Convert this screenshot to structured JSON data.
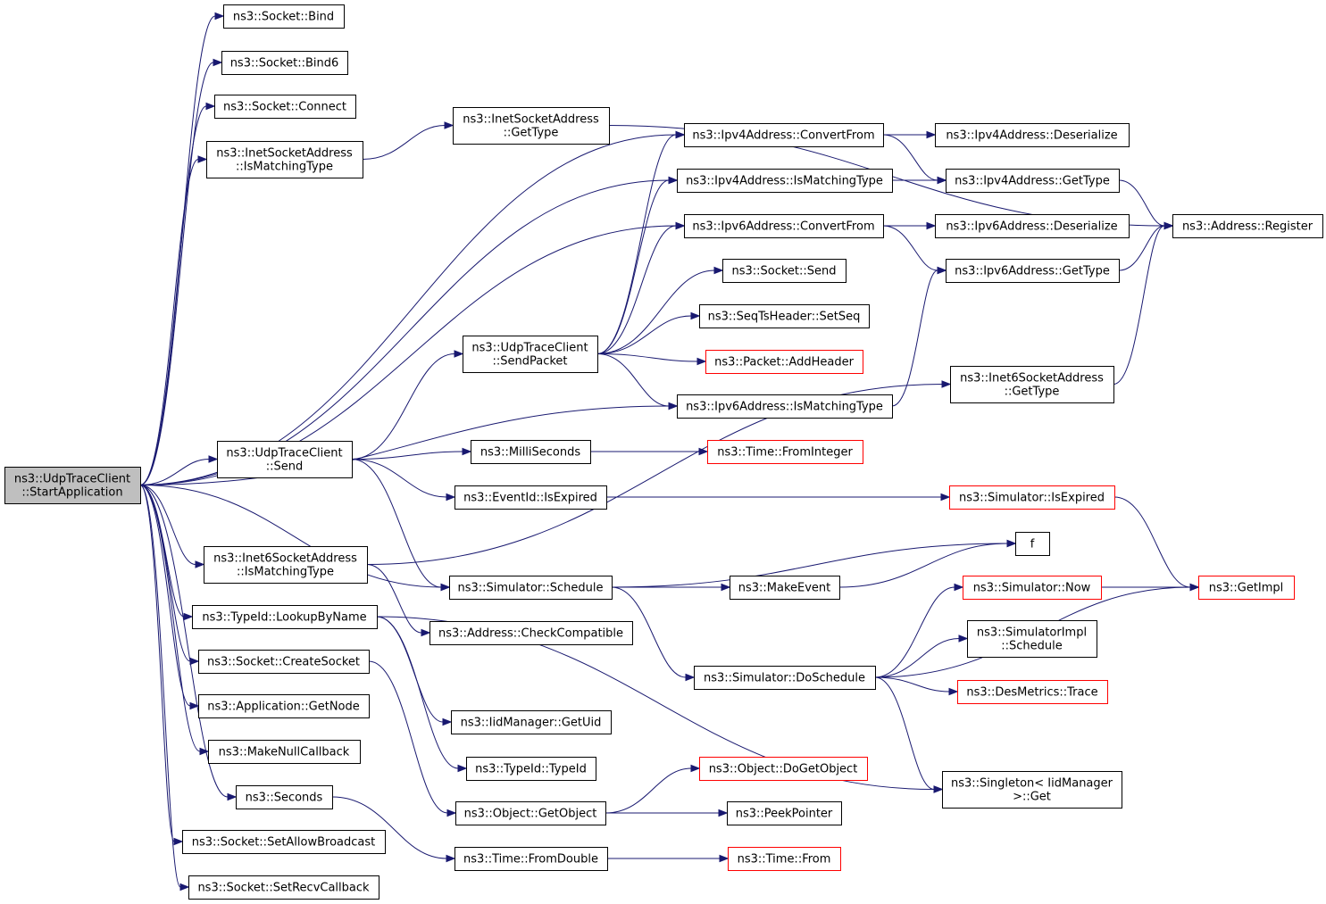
{
  "nodes": [
    {
      "id": "start",
      "lines": [
        "ns3::UdpTraceClient",
        "::StartApplication"
      ],
      "style": "root"
    },
    {
      "id": "bind",
      "lines": [
        "ns3::Socket::Bind"
      ],
      "style": "normal"
    },
    {
      "id": "bind6",
      "lines": [
        "ns3::Socket::Bind6"
      ],
      "style": "normal"
    },
    {
      "id": "connect",
      "lines": [
        "ns3::Socket::Connect"
      ],
      "style": "normal"
    },
    {
      "id": "inet_match",
      "lines": [
        "ns3::InetSocketAddress",
        "::IsMatchingType"
      ],
      "style": "normal"
    },
    {
      "id": "inet_gettype",
      "lines": [
        "ns3::InetSocketAddress",
        "::GetType"
      ],
      "style": "normal"
    },
    {
      "id": "ipv4_conv",
      "lines": [
        "ns3::Ipv4Address::ConvertFrom"
      ],
      "style": "normal"
    },
    {
      "id": "ipv4_deser",
      "lines": [
        "ns3::Ipv4Address::Deserialize"
      ],
      "style": "normal"
    },
    {
      "id": "ipv4_match",
      "lines": [
        "ns3::Ipv4Address::IsMatchingType"
      ],
      "style": "normal"
    },
    {
      "id": "ipv4_gettype",
      "lines": [
        "ns3::Ipv4Address::GetType"
      ],
      "style": "normal"
    },
    {
      "id": "addr_reg",
      "lines": [
        "ns3::Address::Register"
      ],
      "style": "normal"
    },
    {
      "id": "ipv6_conv",
      "lines": [
        "ns3::Ipv6Address::ConvertFrom"
      ],
      "style": "normal"
    },
    {
      "id": "ipv6_deser",
      "lines": [
        "ns3::Ipv6Address::Deserialize"
      ],
      "style": "normal"
    },
    {
      "id": "sock_send",
      "lines": [
        "ns3::Socket::Send"
      ],
      "style": "normal"
    },
    {
      "id": "ipv6_gettype",
      "lines": [
        "ns3::Ipv6Address::GetType"
      ],
      "style": "normal"
    },
    {
      "id": "seqts",
      "lines": [
        "ns3::SeqTsHeader::SetSeq"
      ],
      "style": "normal"
    },
    {
      "id": "sendpacket",
      "lines": [
        "ns3::UdpTraceClient",
        "::SendPacket"
      ],
      "style": "normal"
    },
    {
      "id": "addheader",
      "lines": [
        "ns3::Packet::AddHeader"
      ],
      "style": "red"
    },
    {
      "id": "inet6_gettype",
      "lines": [
        "ns3::Inet6SocketAddress",
        "::GetType"
      ],
      "style": "normal"
    },
    {
      "id": "ipv6_match",
      "lines": [
        "ns3::Ipv6Address::IsMatchingType"
      ],
      "style": "normal"
    },
    {
      "id": "send",
      "lines": [
        "ns3::UdpTraceClient",
        "::Send"
      ],
      "style": "normal"
    },
    {
      "id": "millis",
      "lines": [
        "ns3::MilliSeconds"
      ],
      "style": "normal"
    },
    {
      "id": "fromint",
      "lines": [
        "ns3::Time::FromInteger"
      ],
      "style": "red"
    },
    {
      "id": "ev_expired",
      "lines": [
        "ns3::EventId::IsExpired"
      ],
      "style": "normal"
    },
    {
      "id": "sim_expired",
      "lines": [
        "ns3::Simulator::IsExpired"
      ],
      "style": "red"
    },
    {
      "id": "f",
      "lines": [
        "f"
      ],
      "style": "normal"
    },
    {
      "id": "inet6_match",
      "lines": [
        "ns3::Inet6SocketAddress",
        "::IsMatchingType"
      ],
      "style": "normal"
    },
    {
      "id": "sim_sched",
      "lines": [
        "ns3::Simulator::Schedule"
      ],
      "style": "normal"
    },
    {
      "id": "makeevent",
      "lines": [
        "ns3::MakeEvent"
      ],
      "style": "normal"
    },
    {
      "id": "sim_now",
      "lines": [
        "ns3::Simulator::Now"
      ],
      "style": "red"
    },
    {
      "id": "getimpl",
      "lines": [
        "ns3::GetImpl"
      ],
      "style": "red"
    },
    {
      "id": "lookup",
      "lines": [
        "ns3::TypeId::LookupByName"
      ],
      "style": "normal"
    },
    {
      "id": "checkcompat",
      "lines": [
        "ns3::Address::CheckCompatible"
      ],
      "style": "normal"
    },
    {
      "id": "simimpl_sched",
      "lines": [
        "ns3::SimulatorImpl",
        "::Schedule"
      ],
      "style": "normal"
    },
    {
      "id": "createsock",
      "lines": [
        "ns3::Socket::CreateSocket"
      ],
      "style": "normal"
    },
    {
      "id": "dosched",
      "lines": [
        "ns3::Simulator::DoSchedule"
      ],
      "style": "normal"
    },
    {
      "id": "desmetrics",
      "lines": [
        "ns3::DesMetrics::Trace"
      ],
      "style": "red"
    },
    {
      "id": "getnode",
      "lines": [
        "ns3::Application::GetNode"
      ],
      "style": "normal"
    },
    {
      "id": "getuid",
      "lines": [
        "ns3::IidManager::GetUid"
      ],
      "style": "normal"
    },
    {
      "id": "nullcb",
      "lines": [
        "ns3::MakeNullCallback"
      ],
      "style": "normal"
    },
    {
      "id": "typeid",
      "lines": [
        "ns3::TypeId::TypeId"
      ],
      "style": "normal"
    },
    {
      "id": "dogetobj",
      "lines": [
        "ns3::Object::DoGetObject"
      ],
      "style": "red"
    },
    {
      "id": "singleton",
      "lines": [
        "ns3::Singleton< IidManager",
        " >::Get"
      ],
      "style": "normal"
    },
    {
      "id": "seconds",
      "lines": [
        "ns3::Seconds"
      ],
      "style": "normal"
    },
    {
      "id": "getobj",
      "lines": [
        "ns3::Object::GetObject"
      ],
      "style": "normal"
    },
    {
      "id": "peekptr",
      "lines": [
        "ns3::PeekPointer"
      ],
      "style": "normal"
    },
    {
      "id": "allowbc",
      "lines": [
        "ns3::Socket::SetAllowBroadcast"
      ],
      "style": "normal"
    },
    {
      "id": "fromdouble",
      "lines": [
        "ns3::Time::FromDouble"
      ],
      "style": "normal"
    },
    {
      "id": "timefrom",
      "lines": [
        "ns3::Time::From"
      ],
      "style": "red"
    },
    {
      "id": "recvcb",
      "lines": [
        "ns3::Socket::SetRecvCallback"
      ],
      "style": "normal"
    }
  ],
  "edges": [
    [
      "start",
      "bind"
    ],
    [
      "start",
      "bind6"
    ],
    [
      "start",
      "connect"
    ],
    [
      "start",
      "inet_match"
    ],
    [
      "start",
      "ipv4_conv"
    ],
    [
      "start",
      "ipv4_match"
    ],
    [
      "start",
      "ipv6_conv"
    ],
    [
      "start",
      "ipv6_match"
    ],
    [
      "start",
      "send"
    ],
    [
      "start",
      "sim_sched"
    ],
    [
      "start",
      "inet6_match"
    ],
    [
      "start",
      "lookup"
    ],
    [
      "start",
      "createsock"
    ],
    [
      "start",
      "getnode"
    ],
    [
      "start",
      "nullcb"
    ],
    [
      "start",
      "seconds"
    ],
    [
      "start",
      "allowbc"
    ],
    [
      "start",
      "recvcb"
    ],
    [
      "inet_match",
      "inet_gettype"
    ],
    [
      "inet_gettype",
      "addr_reg"
    ],
    [
      "ipv4_conv",
      "ipv4_deser"
    ],
    [
      "ipv4_conv",
      "ipv4_gettype"
    ],
    [
      "ipv4_match",
      "ipv4_gettype"
    ],
    [
      "ipv4_gettype",
      "addr_reg"
    ],
    [
      "ipv6_conv",
      "ipv6_deser"
    ],
    [
      "ipv6_conv",
      "ipv6_gettype"
    ],
    [
      "ipv6_gettype",
      "addr_reg"
    ],
    [
      "ipv6_match",
      "ipv6_gettype"
    ],
    [
      "inet6_gettype",
      "addr_reg"
    ],
    [
      "sendpacket",
      "ipv4_conv"
    ],
    [
      "sendpacket",
      "ipv4_match"
    ],
    [
      "sendpacket",
      "ipv6_conv"
    ],
    [
      "sendpacket",
      "sock_send"
    ],
    [
      "sendpacket",
      "seqts"
    ],
    [
      "sendpacket",
      "addheader"
    ],
    [
      "sendpacket",
      "ipv6_match"
    ],
    [
      "send",
      "sendpacket"
    ],
    [
      "send",
      "millis"
    ],
    [
      "send",
      "ev_expired"
    ],
    [
      "send",
      "sim_sched"
    ],
    [
      "millis",
      "fromint"
    ],
    [
      "ev_expired",
      "sim_expired"
    ],
    [
      "sim_expired",
      "getimpl"
    ],
    [
      "inet6_match",
      "inet6_gettype"
    ],
    [
      "inet6_match",
      "checkcompat"
    ],
    [
      "sim_sched",
      "makeevent"
    ],
    [
      "sim_sched",
      "f"
    ],
    [
      "sim_sched",
      "dosched"
    ],
    [
      "makeevent",
      "f"
    ],
    [
      "dosched",
      "sim_now"
    ],
    [
      "dosched",
      "simimpl_sched"
    ],
    [
      "dosched",
      "desmetrics"
    ],
    [
      "dosched",
      "getimpl"
    ],
    [
      "dosched",
      "singleton"
    ],
    [
      "sim_now",
      "getimpl"
    ],
    [
      "lookup",
      "getuid"
    ],
    [
      "lookup",
      "typeid"
    ],
    [
      "lookup",
      "singleton"
    ],
    [
      "createsock",
      "getobj"
    ],
    [
      "getobj",
      "dogetobj"
    ],
    [
      "getobj",
      "peekptr"
    ],
    [
      "seconds",
      "fromdouble"
    ],
    [
      "fromdouble",
      "timefrom"
    ]
  ]
}
